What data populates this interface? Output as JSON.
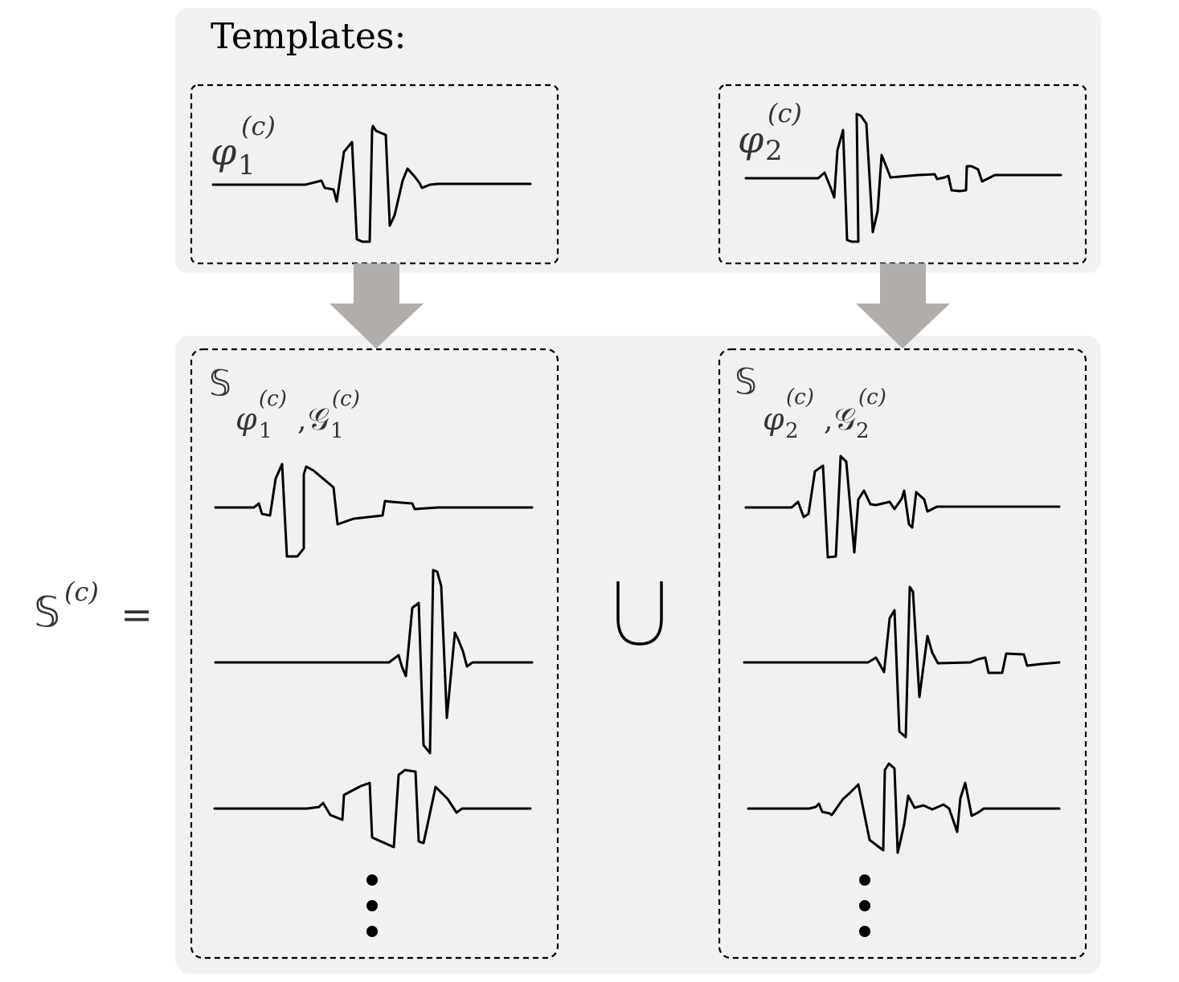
{
  "templates_heading": "Templates:",
  "union_symbol": "∪",
  "set_equation": {
    "base": "𝕊",
    "sup": "(c)",
    "eq": "="
  },
  "template_1": {
    "base": "φ",
    "sub": "1",
    "sup": "(c)"
  },
  "template_2": {
    "base": "φ",
    "sub": "2",
    "sup": "(c)"
  },
  "set_1": {
    "base": "𝕊",
    "phi": "φ",
    "phi_sub": "1",
    "phi_sup": "(c)",
    "comma": ",",
    "g": "𝒢",
    "g_sub": "1",
    "g_sup": "(c)"
  },
  "set_2": {
    "base": "𝕊",
    "phi": "φ",
    "phi_sub": "2",
    "phi_sup": "(c)",
    "comma": ",",
    "g": "𝒢",
    "g_sub": "2",
    "g_sup": "(c)"
  },
  "ellipsis_symbol": "⋮",
  "colors": {
    "panel": "#f1f1f1",
    "arrow": "#b0adaa",
    "stroke": "#000000"
  }
}
